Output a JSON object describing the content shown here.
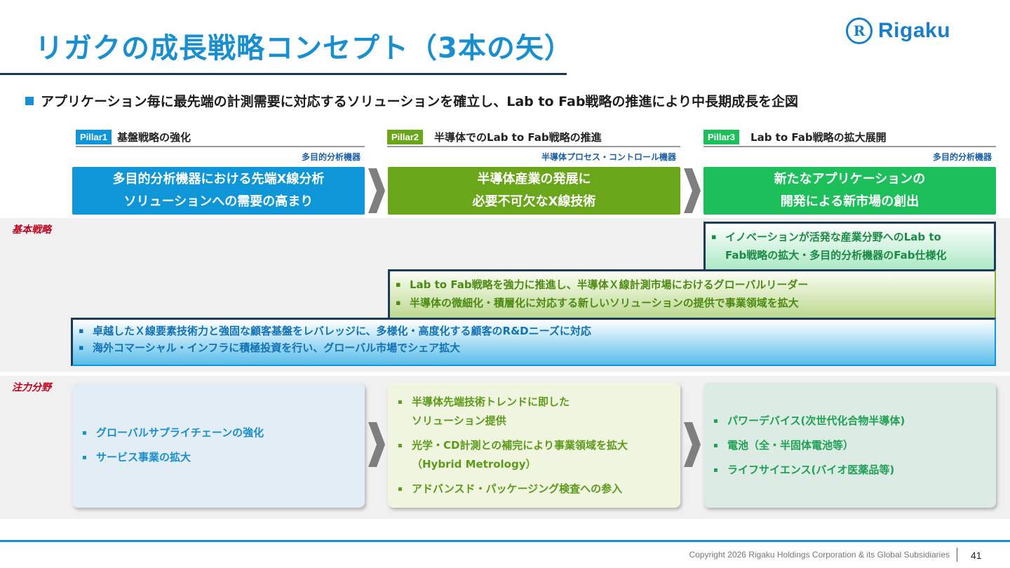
{
  "title": "リガクの成長戦略コンセプト（3本の矢）",
  "logo": {
    "mark": "R",
    "text": "Rigaku"
  },
  "lead": "アプリケーション毎に最先端の計測需要に対応するソリューションを確立し、Lab to Fab戦略の推進により中長期成長を企図",
  "pillars": [
    {
      "tag": "Pillar1",
      "title": "基盤戦略の強化",
      "sub": "多目的分析機器",
      "box": [
        "多目的分析機器における先端X線分析",
        "ソリューションへの需要の高まり"
      ]
    },
    {
      "tag": "Pillar2",
      "title": "半導体でのLab to Fab戦略の推進",
      "sub": "半導体プロセス・コントロール機器",
      "box": [
        "半導体産業の発展に",
        "必要不可欠なX線技術"
      ]
    },
    {
      "tag": "Pillar3",
      "title": "Lab to Fab戦略の拡大展開",
      "sub": "多目的分析機器",
      "box": [
        "新たなアプリケーションの",
        "開発による新市場の創出"
      ]
    }
  ],
  "bands": {
    "basic": "基本戦略",
    "focus": "注力分野"
  },
  "basic_strategy": {
    "top": [
      "イノベーションが活発な産業分野へのLab to",
      "Fab戦略の拡大・多目的分析機器のFab仕様化"
    ],
    "mid": [
      "Lab to Fab戦略を強力に推進し、半導体Ｘ線計測市場におけるグローバルリーダー",
      "半導体の微細化・積層化に対応する新しいソリューションの提供で事業領域を拡大"
    ],
    "bottom": [
      "卓越したＸ線要素技術力と強固な顧客基盤をレバレッジに、多様化・高度化する顧客のR&Dニーズに対応",
      "海外コマーシャル・インフラに積極投資を行い、グローバル市場でシェア拡大"
    ]
  },
  "focus_areas": {
    "p1": [
      "グローバルサプライチェーンの強化",
      "サービス事業の拡大"
    ],
    "p2": [
      [
        "半導体先端技術トレンドに即した",
        "ソリューション提供"
      ],
      [
        "光学・CD計測との補完により事業領域を拡大",
        "（Hybrid Metrology）"
      ],
      [
        "アドバンスド・パッケージング検査への参入"
      ]
    ],
    "p3": [
      "パワーデバイス(次世代化合物半導体)",
      "電池（全・半固体電池等）",
      "ライフサイエンス(バイオ医薬品等)"
    ]
  },
  "bullet": "▪",
  "colors": {
    "blue": "#0e96d8",
    "green_dark": "#6aa619",
    "green": "#1dbf5b",
    "accent_text": "#1a8fd0"
  },
  "icons": [
    "chevron-right-icon"
  ],
  "footer": {
    "copyright": "Copyright 2026 Rigaku Holdings Corporation & its Global Subsidiaries",
    "page": "41"
  }
}
